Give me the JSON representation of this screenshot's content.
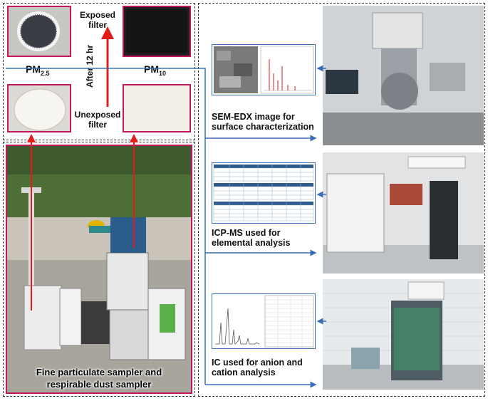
{
  "labels": {
    "exposed": "Exposed\nfilter",
    "unexposed": "Unexposed\nfilter",
    "after": "After 12 hr",
    "pm25_main": "PM",
    "pm25_sub": "2.5",
    "pm10_main": "PM",
    "pm10_sub": "10",
    "sampler_caption": "Fine particulate sampler and\nrespirable dust sampler",
    "sem": "SEM-EDX image for\nsurface characterization",
    "icpms": "ICP-MS used for\nelemental analysis",
    "ic": "IC used for anion and\ncation analysis"
  },
  "colors": {
    "red_arrow": "#e41b1b",
    "blue_arrow": "#3b6fb6",
    "photo_border": "#c2185b"
  }
}
